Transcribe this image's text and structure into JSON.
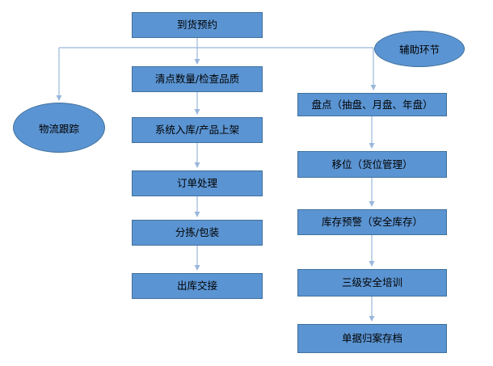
{
  "diagram": {
    "type": "flowchart",
    "colors": {
      "node_fill": "#5b94d2",
      "node_border": "#41719c",
      "connector": "#9ab7dc",
      "text": "#000000",
      "background": "#ffffff"
    },
    "main_flow": {
      "start": "到货预约",
      "steps": [
        "清点数量/检查品质",
        "系统入库/产品上架",
        "订单处理",
        "分拣/包装",
        "出库交接"
      ]
    },
    "left_branch": {
      "label": "物流跟踪"
    },
    "aux_branch": {
      "label": "辅助环节",
      "steps": [
        "盘点（抽盘、月盘、年盘）",
        "移位（货位管理）",
        "库存预警（安全库存）",
        "三级安全培训",
        "单据归案存档"
      ]
    }
  }
}
